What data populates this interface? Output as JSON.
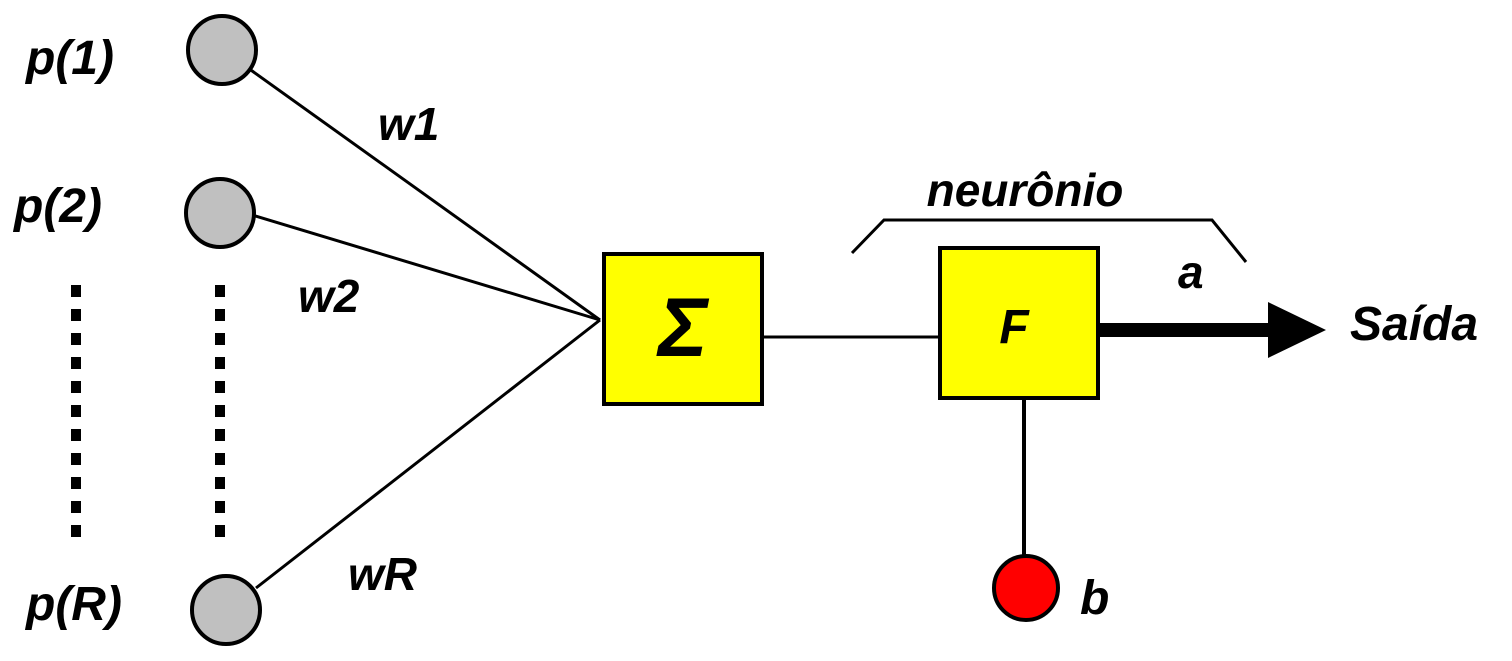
{
  "inputs": [
    {
      "label": "p(1)"
    },
    {
      "label": "p(2)"
    },
    {
      "label": "p(R)"
    }
  ],
  "weights": [
    "w1",
    "w2",
    "wR"
  ],
  "summation_symbol": "Σ",
  "neuron": {
    "caption": "neurônio",
    "function_label": "F",
    "output_label": "a",
    "bias_label": "b"
  },
  "output": {
    "label": "Saída"
  },
  "colors": {
    "input_node": "#c0c0c0",
    "block_fill": "#ffff00",
    "bias_node": "#ff0000",
    "stroke": "#000000"
  }
}
